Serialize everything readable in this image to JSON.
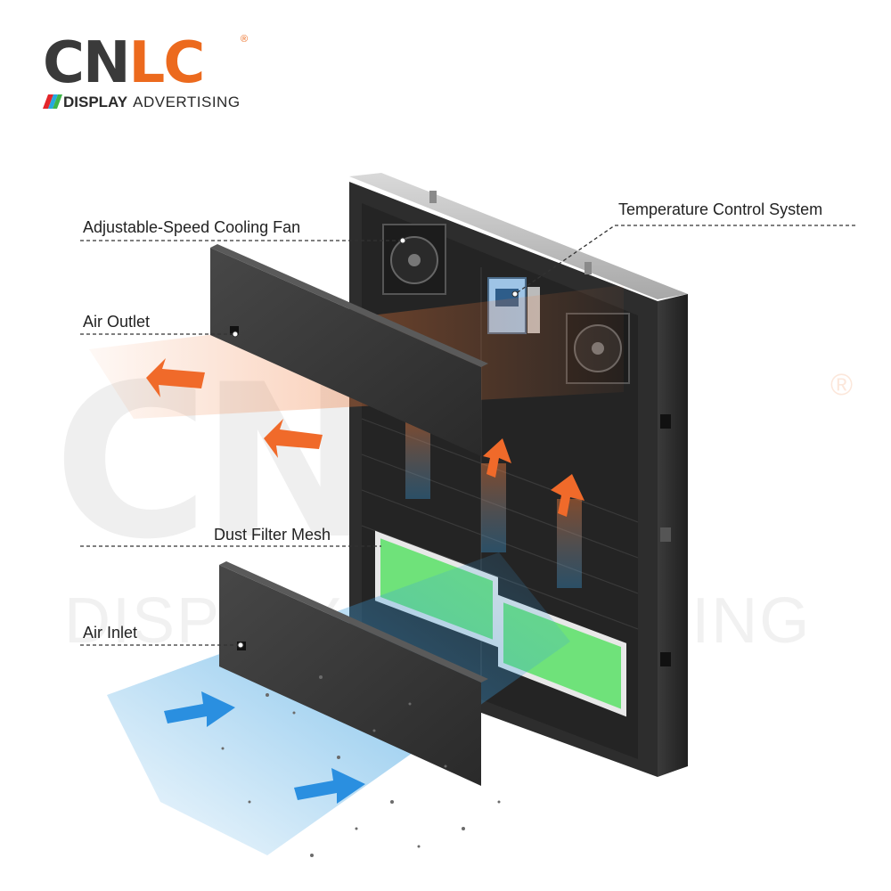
{
  "brand": {
    "logo_c1": "C",
    "logo_n": "N",
    "logo_l": "L",
    "logo_c2": "C",
    "registered": "®",
    "sub_bold": "DISPLAY",
    "sub_light": "ADVERTISING",
    "watermark_mark": "CNLC",
    "watermark_sub": "DISPLAY ADVERTISING"
  },
  "callouts": {
    "cooling_fan": "Adjustable-Speed Cooling Fan",
    "temperature": "Temperature Control System",
    "air_outlet": "Air Outlet",
    "dust_filter": "Dust Filter Mesh",
    "air_inlet": "Air Inlet"
  },
  "colors": {
    "accent_orange": "#ec6a1e",
    "airflow_blue": "#3a9fe0",
    "filter_green": "#6fe27a",
    "cabinet_dark": "#2b2b2b"
  }
}
